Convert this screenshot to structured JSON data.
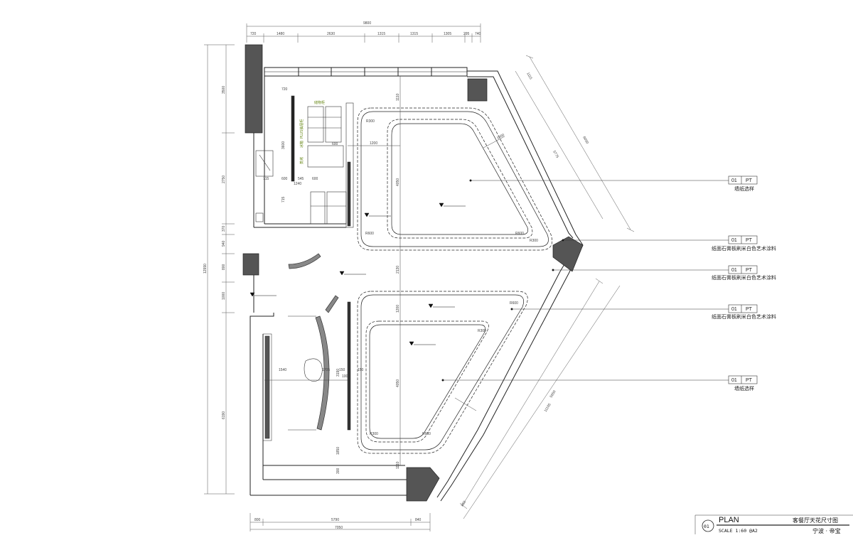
{
  "dimensions": {
    "top_total": "9800",
    "top_segments": [
      "720",
      "1480",
      "2630",
      "1315",
      "1315",
      "1305",
      "295",
      "740"
    ],
    "left_total": "12990",
    "left_segments": [
      "3500",
      "2750",
      "370",
      "940",
      "800",
      "1000",
      "6190"
    ],
    "bottom_segments": [
      "800",
      "5790",
      "840"
    ],
    "bottom_total": "7050",
    "right_upper": [
      "1115",
      "6050",
      "5775"
    ],
    "right_lower": [
      "5650",
      "11165",
      "850"
    ],
    "interior": {
      "ceiling_upper": [
        "1110",
        "4050",
        "1200",
        "1200"
      ],
      "ceiling_mid": "2130",
      "ceiling_lower": [
        "1200",
        "4050",
        "1110",
        "150",
        "150"
      ],
      "ceiling_sides": [
        "1540",
        "1705",
        "100",
        "3190",
        "1850",
        "300"
      ],
      "kitchen": [
        "720",
        "3600",
        "600",
        "545",
        "600",
        "715",
        "1240",
        "715",
        "600"
      ],
      "radii": [
        "R300",
        "R600",
        "R300",
        "R600",
        "R300",
        "R600",
        "R600",
        "R300"
      ]
    }
  },
  "kitchen_labels": [
    "储物柜",
    "冰箱",
    "PLUS抽屉柜",
    "蒸烤"
  ],
  "tags": [
    {
      "code": "01",
      "type": "PT",
      "note": "墙纸选样"
    },
    {
      "code": "01",
      "type": "PT",
      "note": "纸面石膏板刷米白色艺术涂料"
    },
    {
      "code": "01",
      "type": "PT",
      "note": "纸面石膏板刷米白色艺术涂料"
    },
    {
      "code": "01",
      "type": "PT",
      "note": "纸面石膏板刷米白色艺术涂料"
    },
    {
      "code": "01",
      "type": "PT",
      "note": "墙纸选样"
    }
  ],
  "title_block": {
    "number": "01",
    "label": "PLAN",
    "scale": "SCALE 1:60 @A2",
    "drawing_name": "客餐厅天花尺寸图",
    "project": "宁波 · 帝宝"
  }
}
